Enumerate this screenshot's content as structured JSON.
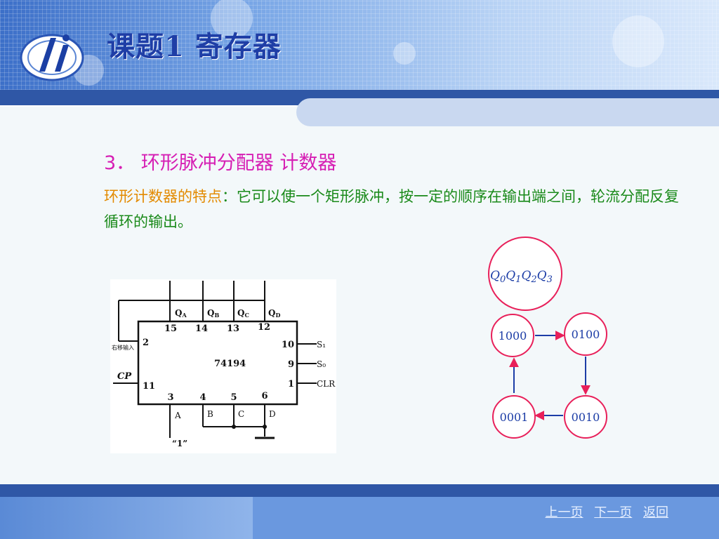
{
  "header": {
    "title": "课题1  寄存器"
  },
  "section": {
    "heading": "3． 环形脉冲分配器 计数器",
    "term": "环形计数器的特点",
    "colon": "：",
    "text": "它可以使一个矩形脉冲，按一定的顺序在输出端之间，轮流分配反复循环的输出。"
  },
  "chip": {
    "name": "74194",
    "outputs": [
      "Q",
      "Q",
      "Q",
      "Q"
    ],
    "output_subs": [
      "A",
      "B",
      "C",
      "D"
    ],
    "top_pins": [
      "15",
      "14",
      "13",
      "12"
    ],
    "right_pins": [
      "10",
      "9",
      "1"
    ],
    "right_labels": [
      "S₁",
      "S₀",
      "CLR"
    ],
    "left_pins": [
      "2",
      "11"
    ],
    "left_labels": [
      "右移输入",
      "CP"
    ],
    "bottom_pins": [
      "3",
      "4",
      "5",
      "6"
    ],
    "bottom_labels": [
      "A",
      "B",
      "C",
      "D"
    ],
    "one_label": "“1”"
  },
  "states": {
    "header": {
      "q": "Q",
      "subs": [
        "0",
        "1",
        "2",
        "3"
      ]
    },
    "nodes": [
      "1000",
      "0100",
      "0010",
      "0001"
    ]
  },
  "nav": {
    "prev": "上一页",
    "next": "下一页",
    "back": "返回"
  },
  "colors": {
    "heading": "#d61fb4",
    "term": "#e38a00",
    "body": "#1a8a1a",
    "node": "#e8205a",
    "arrow": "#1c3da6"
  }
}
